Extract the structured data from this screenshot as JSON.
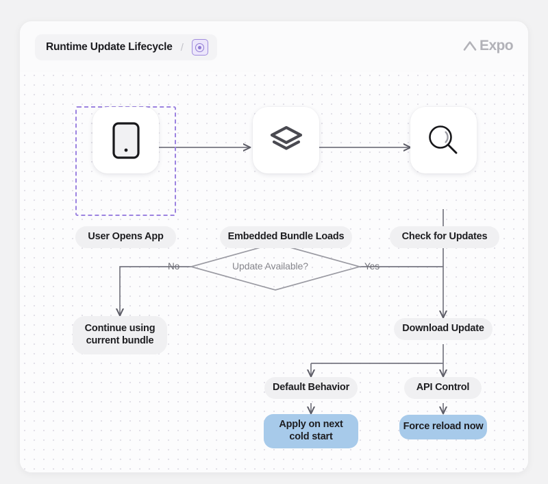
{
  "header": {
    "title": "Runtime Update Lifecycle",
    "separator": "/",
    "icon_name": "target-frame-icon",
    "brand_caret": "expo-caret-icon",
    "brand_text": "Expo"
  },
  "theme": {
    "page_bg": "#f2f2f3",
    "card_bg": "#fbfbfc",
    "canvas_bg": "#fcfcfd",
    "dot_color": "#e2e0e8",
    "pill_bg": "#f0f0f2",
    "pill_blue": "#a7caea",
    "selection_border": "#9b82e0",
    "wire_color": "#767680",
    "diamond_stroke": "#9a9aa2",
    "muted_text": "#86868c"
  },
  "diagram": {
    "selection": {
      "name": "selection-outline",
      "target": "User Opens App"
    },
    "icon_nodes": [
      {
        "id": "user-opens-app",
        "icon": "mobile-phone-icon",
        "label": "User Opens App"
      },
      {
        "id": "embedded-bundle-loads",
        "icon": "layers-stack-icon",
        "label": "Embedded Bundle Loads"
      },
      {
        "id": "check-for-updates",
        "icon": "magnifier-search-icon",
        "label": "Check for Updates"
      }
    ],
    "decision": {
      "id": "update-available",
      "label": "Update Available?",
      "no_label": "No",
      "yes_label": "Yes"
    },
    "outcome_nodes": [
      {
        "id": "continue-current-bundle",
        "label": "Continue using current bundle",
        "line1": "Continue using",
        "line2": "current bundle",
        "style": "grey"
      },
      {
        "id": "download-update",
        "label": "Download Update",
        "style": "grey"
      },
      {
        "id": "default-behavior",
        "label": "Default Behavior",
        "style": "grey"
      },
      {
        "id": "api-control",
        "label": "API Control",
        "style": "grey"
      },
      {
        "id": "apply-on-next-cold-start",
        "label": "Apply on next cold start",
        "line1": "Apply on next",
        "line2": "cold start",
        "style": "blue"
      },
      {
        "id": "force-reload-now",
        "label": "Force reload now",
        "style": "blue"
      }
    ]
  }
}
